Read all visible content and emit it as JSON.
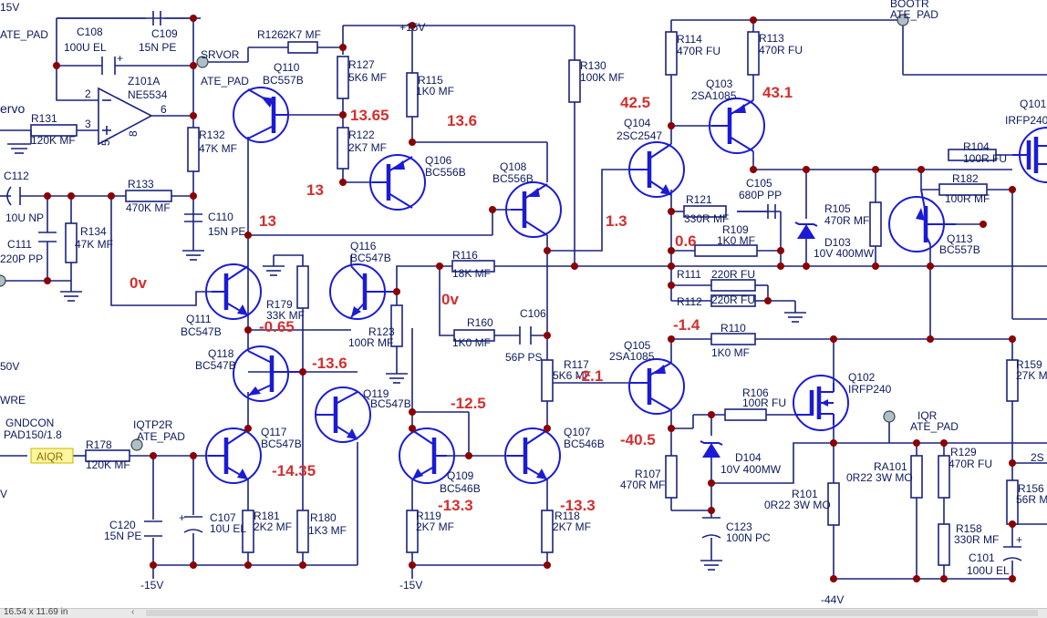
{
  "labels": [
    {
      "id": "c108",
      "text": "C108"
    },
    {
      "id": "c108v",
      "text": "100U EL"
    },
    {
      "id": "c109",
      "text": "C109"
    },
    {
      "id": "c109v",
      "text": "15N PE"
    },
    {
      "id": "srvor",
      "text": "SRVOR"
    },
    {
      "id": "srvorpad",
      "text": "ATE_PAD"
    },
    {
      "id": "r126",
      "text": "R126"
    },
    {
      "id": "r126v",
      "text": "2K7 MF"
    },
    {
      "id": "vplus",
      "text": "+15V"
    },
    {
      "id": "z101",
      "text": "Z101A"
    },
    {
      "id": "z101v",
      "text": "NE5534"
    },
    {
      "id": "servo",
      "text": "ervo"
    },
    {
      "id": "atepad_tl",
      "text": "ATE_PAD"
    },
    {
      "id": "v15_tl",
      "text": "15V"
    },
    {
      "id": "r131",
      "text": "R131"
    },
    {
      "id": "r131v",
      "text": "120K MF"
    },
    {
      "id": "r132",
      "text": "R132"
    },
    {
      "id": "r132v",
      "text": "47K MF"
    },
    {
      "id": "c112",
      "text": "C112"
    },
    {
      "id": "c112v",
      "text": "10U NP"
    },
    {
      "id": "r133",
      "text": "R133"
    },
    {
      "id": "r133v",
      "text": "470K MF"
    },
    {
      "id": "r134",
      "text": "R134"
    },
    {
      "id": "r134v",
      "text": "47K MF"
    },
    {
      "id": "c111",
      "text": "C111"
    },
    {
      "id": "c111v",
      "text": "220P PP"
    },
    {
      "id": "c110",
      "text": "C110"
    },
    {
      "id": "c110v",
      "text": "15N PE"
    },
    {
      "id": "q110",
      "text": "Q110"
    },
    {
      "id": "q110v",
      "text": "BC557B"
    },
    {
      "id": "r127",
      "text": "R127"
    },
    {
      "id": "r127v",
      "text": "5K6 MF"
    },
    {
      "id": "r122",
      "text": "R122"
    },
    {
      "id": "r122v",
      "text": "2K7 MF"
    },
    {
      "id": "r115",
      "text": "R115"
    },
    {
      "id": "r115v",
      "text": "1K0 MF"
    },
    {
      "id": "r130",
      "text": "R130"
    },
    {
      "id": "r130v",
      "text": "100K MF"
    },
    {
      "id": "q106",
      "text": "Q106"
    },
    {
      "id": "q106v",
      "text": "BC556B"
    },
    {
      "id": "q108",
      "text": "Q108"
    },
    {
      "id": "q108v",
      "text": "BC556B"
    },
    {
      "id": "q104",
      "text": "Q104"
    },
    {
      "id": "q104v",
      "text": "2SC2547"
    },
    {
      "id": "r114",
      "text": "R114"
    },
    {
      "id": "r114v",
      "text": "470R FU"
    },
    {
      "id": "r113",
      "text": "R113"
    },
    {
      "id": "r113v",
      "text": "470R FU"
    },
    {
      "id": "q103",
      "text": "Q103"
    },
    {
      "id": "q103v",
      "text": "2SA1085"
    },
    {
      "id": "bootr",
      "text": "BOOTR"
    },
    {
      "id": "bootrpad",
      "text": "ATE_PAD"
    },
    {
      "id": "q101",
      "text": "Q101"
    },
    {
      "id": "q101v",
      "text": "IRFP240"
    },
    {
      "id": "r104",
      "text": "R104"
    },
    {
      "id": "r104v",
      "text": "100R FU"
    },
    {
      "id": "r182",
      "text": "R182"
    },
    {
      "id": "r182v",
      "text": "100R MF"
    },
    {
      "id": "c105",
      "text": "C105"
    },
    {
      "id": "c105v",
      "text": "680P PP"
    },
    {
      "id": "r121",
      "text": "R121"
    },
    {
      "id": "r121v",
      "text": "330R MF"
    },
    {
      "id": "r109",
      "text": "R109"
    },
    {
      "id": "r109v",
      "text": "1K0 MF"
    },
    {
      "id": "r105",
      "text": "R105"
    },
    {
      "id": "r105v",
      "text": "470R MF"
    },
    {
      "id": "d103",
      "text": "D103"
    },
    {
      "id": "d103v",
      "text": "10V 400MW"
    },
    {
      "id": "q113",
      "text": "Q113"
    },
    {
      "id": "q113v",
      "text": "BC557B"
    },
    {
      "id": "q111",
      "text": "Q111"
    },
    {
      "id": "q111v",
      "text": "BC547B"
    },
    {
      "id": "q116",
      "text": "Q116"
    },
    {
      "id": "q116v",
      "text": "BC547B"
    },
    {
      "id": "r179",
      "text": "R179"
    },
    {
      "id": "r179v",
      "text": "33K MF"
    },
    {
      "id": "r123",
      "text": "R123"
    },
    {
      "id": "r123v",
      "text": "100R MF"
    },
    {
      "id": "r116",
      "text": "R116"
    },
    {
      "id": "r116v",
      "text": "18K MF"
    },
    {
      "id": "r160",
      "text": "R160"
    },
    {
      "id": "r160v",
      "text": "1K0 MF"
    },
    {
      "id": "c106",
      "text": "C106"
    },
    {
      "id": "c106v",
      "text": "56P PS"
    },
    {
      "id": "r111",
      "text": "R111"
    },
    {
      "id": "r111v",
      "text": "220R FU"
    },
    {
      "id": "r112",
      "text": "R112"
    },
    {
      "id": "r112v",
      "text": "220R FU"
    },
    {
      "id": "r110",
      "text": "R110"
    },
    {
      "id": "r110v",
      "text": "1K0 MF"
    },
    {
      "id": "q105",
      "text": "Q105"
    },
    {
      "id": "q105v",
      "text": "2SA1085"
    },
    {
      "id": "r117",
      "text": "R117"
    },
    {
      "id": "r117v",
      "text": "5K6 MF"
    },
    {
      "id": "r159",
      "text": "R159"
    },
    {
      "id": "r159v",
      "text": "27K M"
    },
    {
      "id": "v50",
      "text": "50V"
    },
    {
      "id": "wre",
      "text": "WRE"
    },
    {
      "id": "gndcon",
      "text": "GNDCON"
    },
    {
      "id": "pad150",
      "text": "PAD150/1.8"
    },
    {
      "id": "q118",
      "text": "Q118"
    },
    {
      "id": "q118v",
      "text": "BC547B"
    },
    {
      "id": "q119",
      "text": "Q119"
    },
    {
      "id": "q119v",
      "text": "BC547B"
    },
    {
      "id": "iqtp2r",
      "text": "IQTP2R"
    },
    {
      "id": "iqtp2rpad",
      "text": "ATE_PAD"
    },
    {
      "id": "q117",
      "text": "Q117"
    },
    {
      "id": "q117v",
      "text": "BC547B"
    },
    {
      "id": "r178",
      "text": "R178"
    },
    {
      "id": "r178v",
      "text": "120K MF"
    },
    {
      "id": "q109",
      "text": "Q109"
    },
    {
      "id": "q109v",
      "text": "BC546B"
    },
    {
      "id": "q107",
      "text": "Q107"
    },
    {
      "id": "q107v",
      "text": "BC546B"
    },
    {
      "id": "r106",
      "text": "R106"
    },
    {
      "id": "r106v",
      "text": "100R FU"
    },
    {
      "id": "q102",
      "text": "Q102"
    },
    {
      "id": "q102v",
      "text": "IRFP240"
    },
    {
      "id": "iqr",
      "text": "IQR"
    },
    {
      "id": "iqrpad",
      "text": "ATE_PAD"
    },
    {
      "id": "d104",
      "text": "D104"
    },
    {
      "id": "d104v",
      "text": "10V 400MW"
    },
    {
      "id": "ra101",
      "text": "RA101"
    },
    {
      "id": "ra101v",
      "text": "0R22 3W MO"
    },
    {
      "id": "r129",
      "text": "R129"
    },
    {
      "id": "r129v",
      "text": "470R FU"
    },
    {
      "id": "r107",
      "text": "R107"
    },
    {
      "id": "r107v",
      "text": "470R MF"
    },
    {
      "id": "r101",
      "text": "R101"
    },
    {
      "id": "r101v",
      "text": "0R22 3W MO"
    },
    {
      "id": "r156",
      "text": "R156"
    },
    {
      "id": "r156v",
      "text": "56R M"
    },
    {
      "id": "s2",
      "text": "2S"
    },
    {
      "id": "c120",
      "text": "C120"
    },
    {
      "id": "c120v",
      "text": "15N PE"
    },
    {
      "id": "c107",
      "text": "C107"
    },
    {
      "id": "c107v",
      "text": "10U EL"
    },
    {
      "id": "r181",
      "text": "R181"
    },
    {
      "id": "r181v",
      "text": "2K2 MF"
    },
    {
      "id": "r180",
      "text": "R180"
    },
    {
      "id": "r180v",
      "text": "1K3 MF"
    },
    {
      "id": "r119",
      "text": "R119"
    },
    {
      "id": "r119v",
      "text": "2K7 MF"
    },
    {
      "id": "r118",
      "text": "R118"
    },
    {
      "id": "r118v",
      "text": "2K7 MF"
    },
    {
      "id": "c123",
      "text": "C123"
    },
    {
      "id": "c123v",
      "text": "100N PC"
    },
    {
      "id": "r158",
      "text": "R158"
    },
    {
      "id": "r158v",
      "text": "330R MF"
    },
    {
      "id": "c101",
      "text": "C101"
    },
    {
      "id": "c101v",
      "text": "100U EL"
    },
    {
      "id": "vm15a",
      "text": "-15V"
    },
    {
      "id": "vm15b",
      "text": "-15V"
    },
    {
      "id": "vm44",
      "text": "-44V"
    },
    {
      "id": "v_bl",
      "text": "V"
    },
    {
      "id": "aiqr",
      "text": "AIQR"
    },
    {
      "id": "pin2",
      "text": "2"
    },
    {
      "id": "pin3",
      "text": "3"
    },
    {
      "id": "pin6",
      "text": "6"
    },
    {
      "id": "pin5",
      "text": "5"
    },
    {
      "id": "pin8",
      "text": "8"
    }
  ],
  "voltages": [
    {
      "id": "v4250",
      "text": "42.5"
    },
    {
      "id": "v4310",
      "text": "43.1"
    },
    {
      "id": "v1365",
      "text": "13.65"
    },
    {
      "id": "v136",
      "text": "13.6"
    },
    {
      "id": "v13a",
      "text": "13"
    },
    {
      "id": "v13b",
      "text": "13"
    },
    {
      "id": "v13p",
      "text": "1.3"
    },
    {
      "id": "v06",
      "text": "0.6"
    },
    {
      "id": "v0a",
      "text": "0v"
    },
    {
      "id": "v0b",
      "text": "0v"
    },
    {
      "id": "vm065",
      "text": "-0.65"
    },
    {
      "id": "vm14",
      "text": "-1.4"
    },
    {
      "id": "vm136",
      "text": "-13.6"
    },
    {
      "id": "vm21",
      "text": "-2.1"
    },
    {
      "id": "vm125",
      "text": "-12.5"
    },
    {
      "id": "vm405",
      "text": "-40.5"
    },
    {
      "id": "vm1435",
      "text": "-14.35"
    },
    {
      "id": "vm133a",
      "text": "-13.3"
    },
    {
      "id": "vm133b",
      "text": "-13.3"
    }
  ],
  "status": {
    "size_text": "16.54 x 11.69 in",
    "scroll_glyph": "‹"
  }
}
